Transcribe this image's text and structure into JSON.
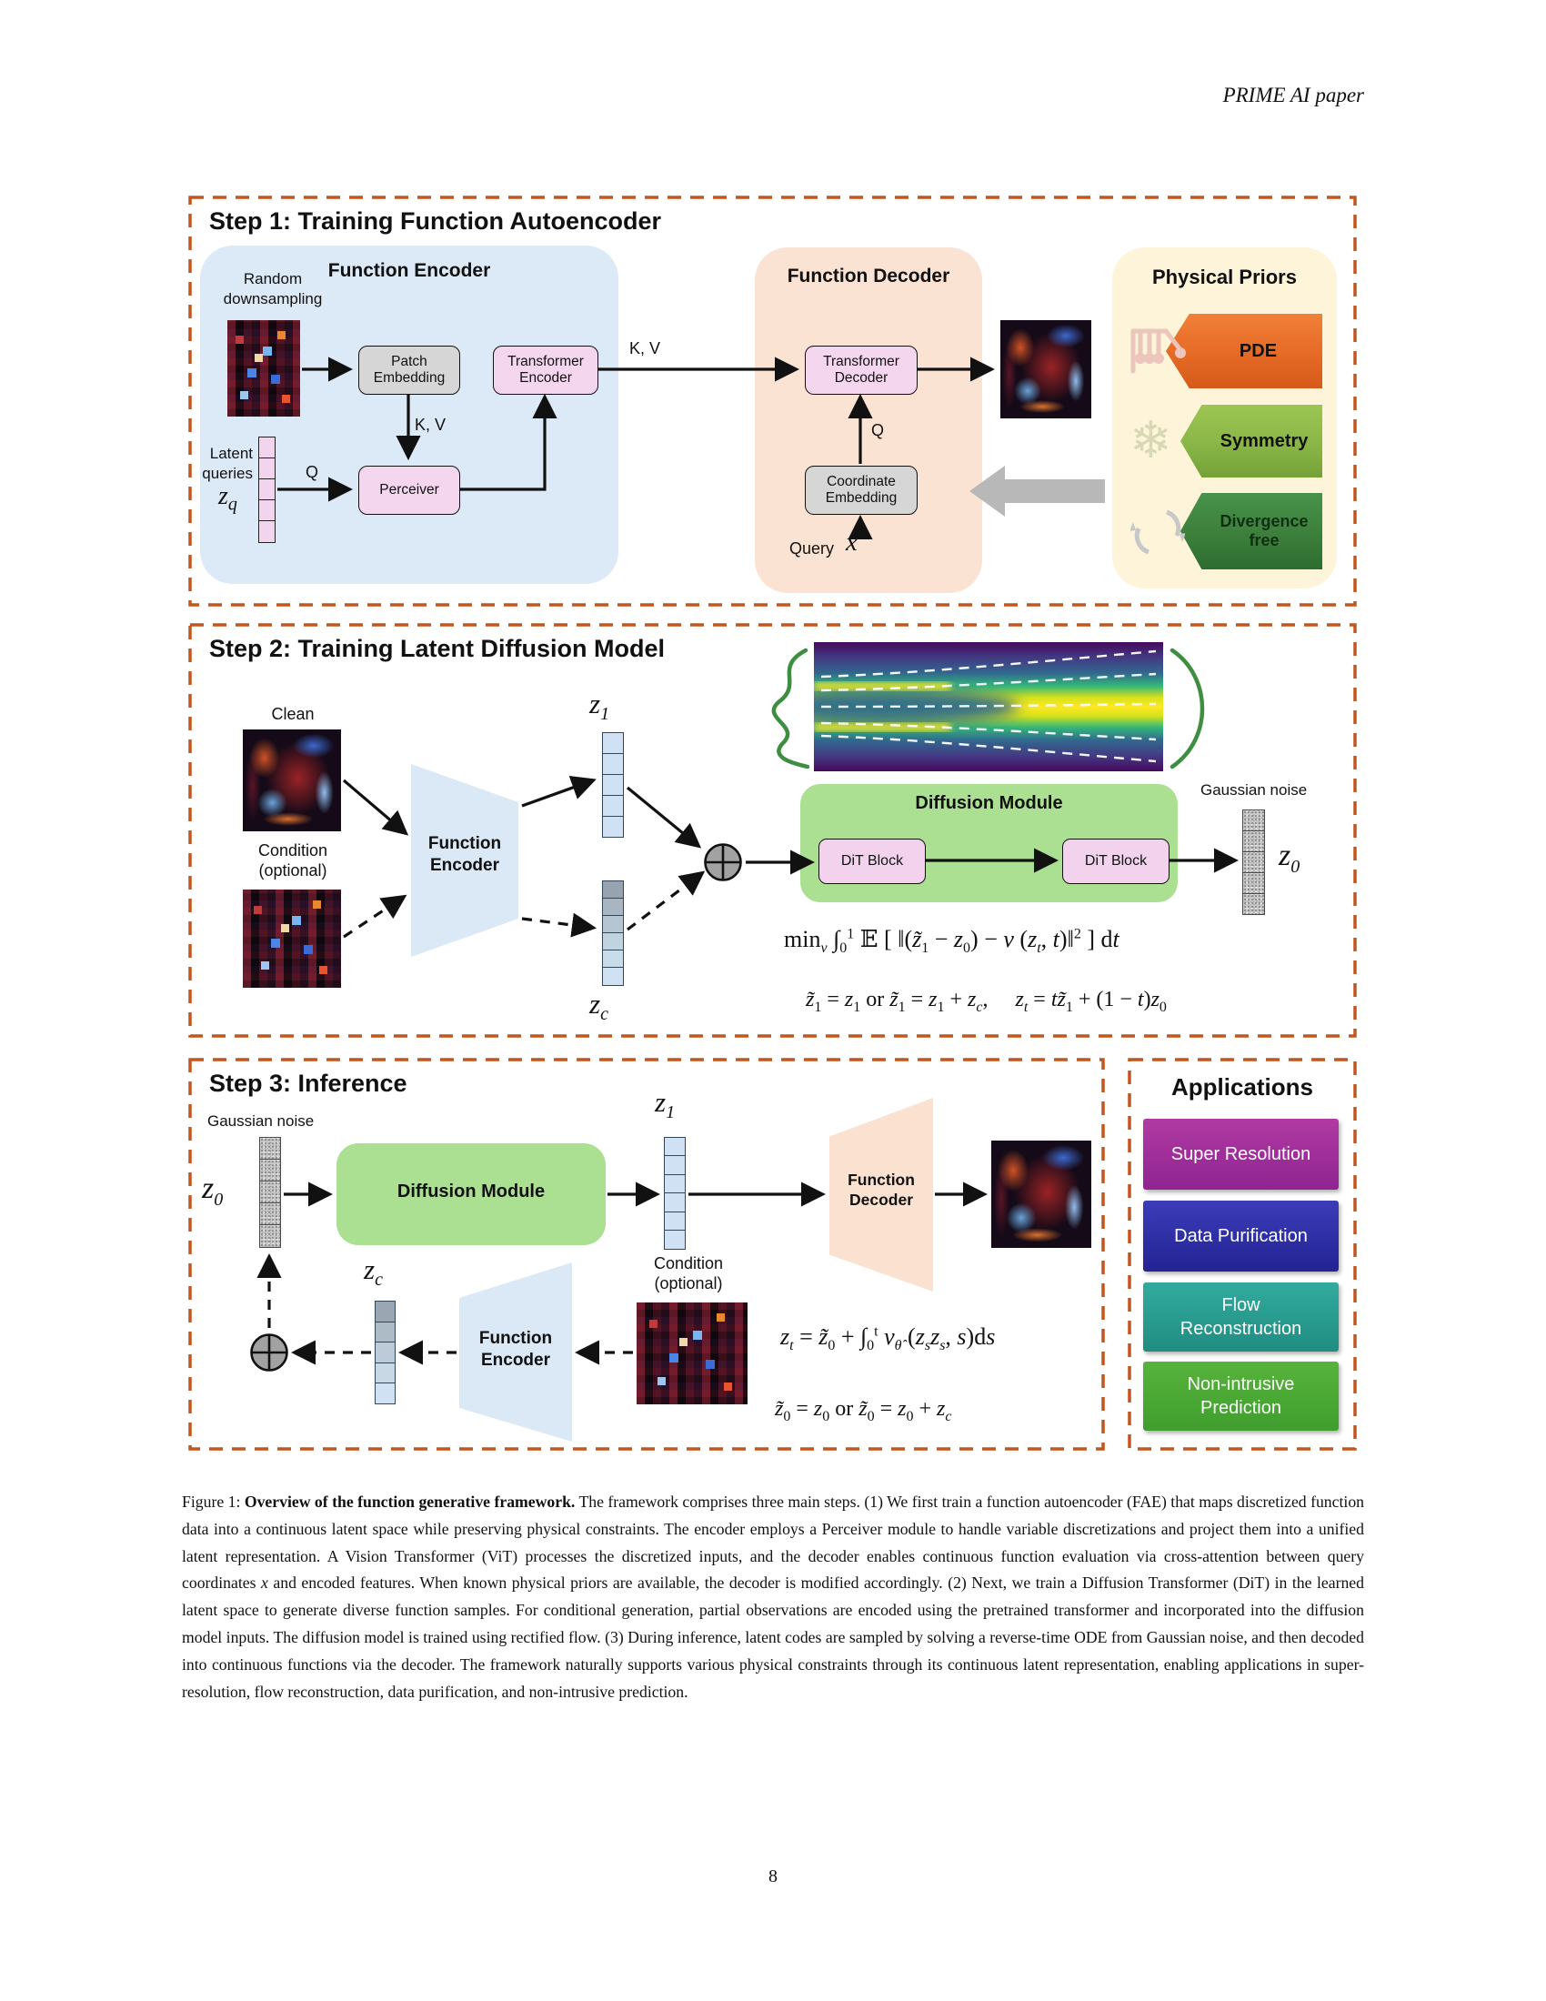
{
  "page": {
    "header": "PRIME AI paper",
    "page_number": "8"
  },
  "colors": {
    "dashed_border": "#c2561f",
    "encoder_panel": "#dce9f6",
    "decoder_panel": "#fbe3d3",
    "priors_panel": "#fdf4d9",
    "pink_node": "#f5d6ef",
    "gray_node": "#d6d6d6",
    "diffusion_module": "#abdf92",
    "dit_block": "#f3d2ed",
    "latent_cell": "#cfe1f2",
    "pde_tag": "#e66a26",
    "symmetry_tag": "#8ab648",
    "divergence_tag": "#3b7d3a",
    "super_resolution": "#a02f9a",
    "data_purification": "#2c2ca6",
    "flow_reconstruction": "#29a093",
    "non_intrusive_prediction": "#4aa934"
  },
  "step1": {
    "title": "Step 1: Training Function Autoencoder",
    "encoder_title": "Function Encoder",
    "decoder_title": "Function Decoder",
    "priors_title": "Physical Priors",
    "random_downsampling": "Random<br>downsampling",
    "latent_queries": "Latent<br>queries",
    "zq": "z<sub>q</sub>",
    "patch_embedding": "Patch<br>Embedding",
    "transformer_encoder": "Transformer<br>Encoder",
    "perceiver": "Perceiver",
    "transformer_decoder": "Transformer<br>Decoder",
    "coordinate_embedding": "Coordinate<br>Embedding",
    "kv_inner": "K, V",
    "kv_outer": "K, V",
    "q_inner": "Q",
    "q_outer": "Q",
    "query": "Query",
    "query_x": "x",
    "priors": [
      {
        "label": "PDE",
        "icon": "newton-cradle-icon"
      },
      {
        "label": "Symmetry",
        "icon": "snowflake-icon"
      },
      {
        "label": "Divergence<br>free",
        "icon": "cycle-arrows-icon"
      }
    ]
  },
  "step2": {
    "title": "Step 2: Training Latent Diffusion Model",
    "clean_label": "Clean",
    "condition_label": "Condition<br>(optional)",
    "function_encoder": "Function<br>Encoder",
    "z1": "z<sub>1</sub>",
    "zc": "z<sub>c</sub>",
    "z0": "z<sub>0</sub>",
    "gaussian_noise_label": "Gaussian noise",
    "diffusion_module": "Diffusion Module",
    "dit_block_1": "DiT Block",
    "dit_block_2": "DiT Block",
    "eq_line1": "min<i><sub>v</sub></i> &#8747;<sub>0</sub><sup>1</sup> &#120124; [ &#8214;(<i>z&#771;</i><sub>1</sub> &#8722; <i>z</i><sub>0</sub>) &#8722; <i>v</i> (<i>z<sub>t</sub></i>, <i>t</i>)&#8214;<sup>2</sup> ] d<i>t</i>",
    "eq_line2": "<i>z&#771;</i><sub>1</sub> = <i>z</i><sub>1</sub> or <i>z&#771;</i><sub>1</sub> = <i>z</i><sub>1</sub> + <i>z<sub>c</sub></i>, &nbsp;&nbsp;&nbsp; <i>z<sub>t</sub></i> = <i>tz&#771;</i><sub>1</sub> + (1 &#8722; <i>t</i>)<i>z</i><sub>0</sub>"
  },
  "step3": {
    "title": "Step 3: Inference",
    "gaussian_noise_label": "Gaussian noise",
    "z0": "z<sub>0</sub>",
    "z1": "z<sub>1</sub>",
    "zc": "z<sub>c</sub>",
    "diffusion_module": "Diffusion Module",
    "function_decoder": "Function<br>Decoder",
    "function_encoder": "Function<br>Encoder",
    "condition_label": "Condition<br>(optional)",
    "eq_line1": "<i>z<sub>t</sub></i> = <i>z&#771;</i><sub>0</sub> + &#8747;<sub>0</sub><sup>t</sup> <i>v<sub>&#952;&#770;</sub></i> (<i>z<sub>s</ssub></i><i>z<sub>s</sub></i>, <i>s</i>)d<i>s</i>",
    "eq_line2": "<i>z&#771;</i><sub>0</sub> = <i>z</i><sub>0</sub> or <i>z&#771;</i><sub>0</sub> = <i>z</i><sub>0</sub> + <i>z<sub>c</sub></i>"
  },
  "applications": {
    "title": "Applications",
    "items": [
      {
        "label": "Super Resolution"
      },
      {
        "label": "Data Purification"
      },
      {
        "label": "Flow<br>Reconstruction"
      },
      {
        "label": "Non-intrusive<br>Prediction"
      }
    ]
  },
  "caption": {
    "html": "Figure 1: <b>Overview of the function generative framework.</b> The framework comprises three main steps. (1) We first train a function autoencoder (FAE) that maps discretized function data into a continuous latent space while preserving physical constraints. The encoder employs a Perceiver module to handle variable discretizations and project them into a unified latent representation. A Vision Transformer (ViT) processes the discretized inputs, and the decoder enables continuous function evaluation via cross-attention between query coordinates <i>x</i> and encoded features. When known physical priors are available, the decoder is modified accordingly. (2) Next, we train a Diffusion Transformer (DiT) in the learned latent space to generate diverse function samples. For conditional generation, partial observations are encoded using the pretrained transformer and incorporated into the diffusion model inputs. The diffusion model is trained using rectified flow. (3) During inference, latent codes are sampled by solving a reverse-time ODE from Gaussian noise, and then decoded into continuous functions via the decoder. The framework naturally supports various physical constraints through its continuous latent representation, enabling applications in super-resolution, flow reconstruction, data purification, and non-intrusive prediction."
  }
}
